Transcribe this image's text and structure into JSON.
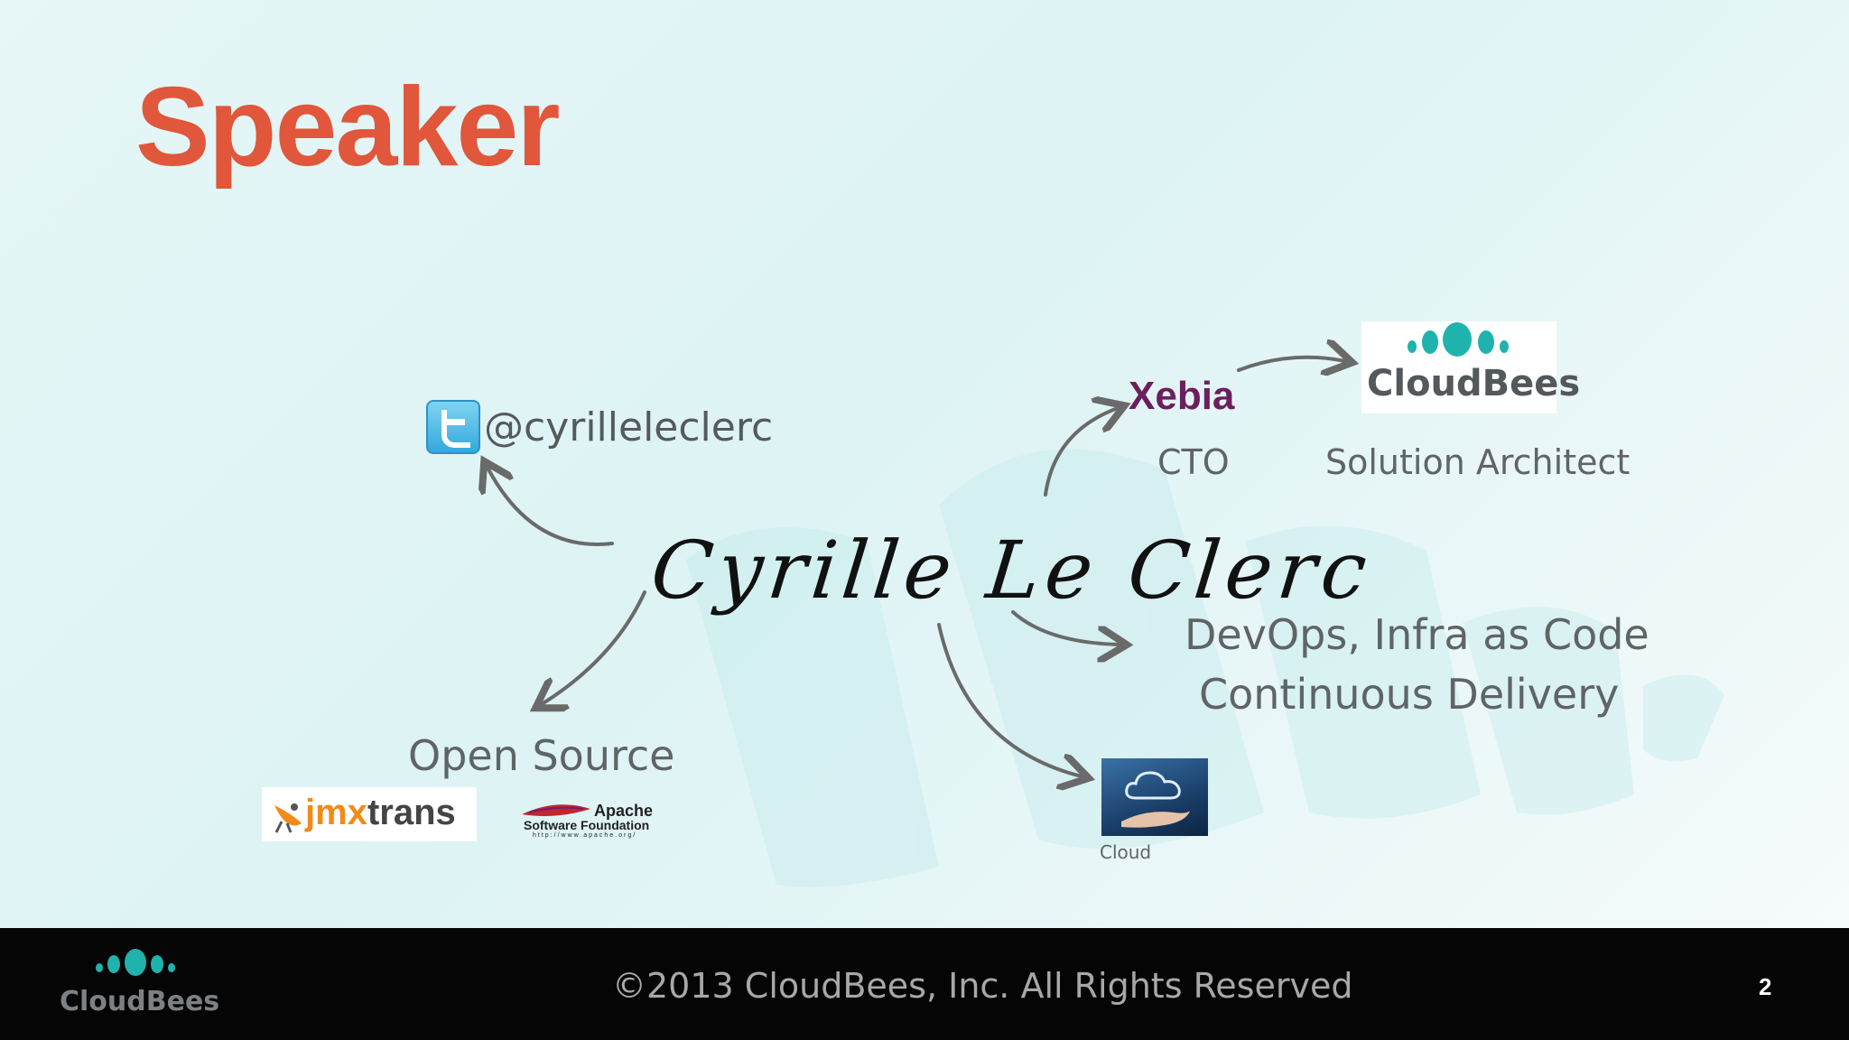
{
  "slide": {
    "title": "Speaker",
    "speaker_name": "Cyrille Le Clerc",
    "twitter_handle": "@cyrilleleclerc",
    "xebia_logo_text": "Xebia",
    "xebia_role": "CTO",
    "cloudbees_logo_text": "CloudBees",
    "cloudbees_role": "Solution Architect",
    "devops_line1": "DevOps, Infra as Code",
    "devops_line2": "Continuous Delivery",
    "open_source_label": "Open Source",
    "jmxtrans_logo_text": "jmxtrans",
    "apache_logo_line1": "Apache",
    "apache_logo_line2": "Software Foundation",
    "apache_logo_line3": "http://www.apache.org/",
    "cloud_caption": "Cloud"
  },
  "footer": {
    "logo_text": "CloudBees",
    "copyright": "©2013 CloudBees, Inc. All Rights Reserved",
    "page_number": "2"
  },
  "colors": {
    "title": "#e0573b",
    "teal": "#20b3ad",
    "xebia_purple": "#6b1f5e",
    "footer_bg": "#050505"
  }
}
